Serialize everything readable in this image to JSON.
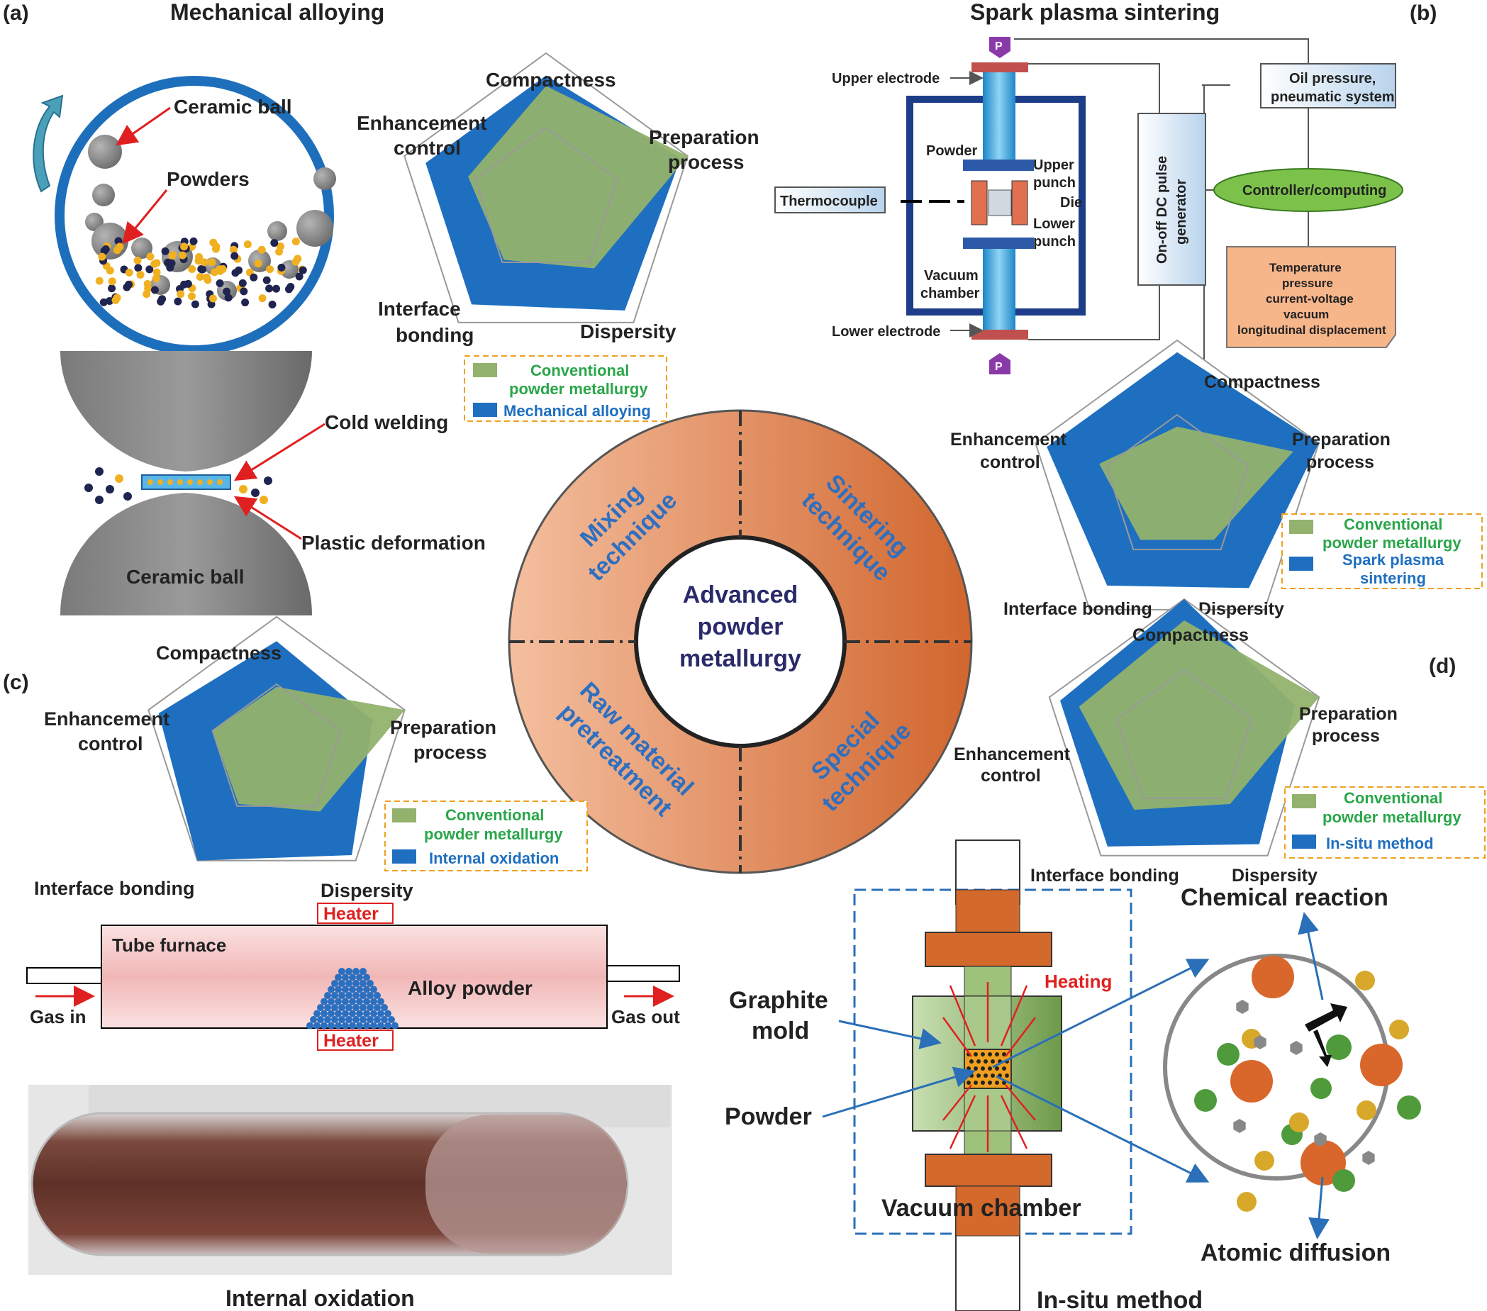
{
  "panel_a": {
    "tag": "(a)",
    "title": "Mechanical alloying",
    "ceramic_ball_top": "Ceramic ball",
    "powders": "Powders",
    "cold_welding": "Cold welding",
    "plastic_deformation": "Plastic deformation",
    "ceramic_ball_bottom": "Ceramic ball",
    "radar": {
      "axes": [
        "Compactness",
        "Preparation",
        "process",
        "Dispersity",
        "Interface",
        "bonding",
        "Enhancement",
        "control"
      ],
      "legend_conv_1": "Conventional",
      "legend_conv_2": "powder metallurgy",
      "legend_tech": "Mechanical alloying",
      "series": [
        {
          "name": "Conventional powder metallurgy",
          "values": [
            0.78,
            1.0,
            0.55,
            0.48,
            0.55
          ],
          "color": "#92b26d"
        },
        {
          "name": "Mechanical alloying",
          "values": [
            0.85,
            0.95,
            0.9,
            0.85,
            0.85
          ],
          "color": "#1f6fc0"
        }
      ]
    }
  },
  "panel_b": {
    "tag": "(b)",
    "title": "Spark plasma sintering",
    "upper_electrode": "Upper electrode",
    "lower_electrode": "Lower electrode",
    "powder": "Powder",
    "upper_punch_1": "Upper",
    "upper_punch_2": "punch",
    "die": "Die",
    "lower_punch_1": "Lower",
    "lower_punch_2": "punch",
    "vacuum_1": "Vacuum",
    "vacuum_2": "chamber",
    "thermocouple": "Thermocouple",
    "oil_1": "Oil pressure,",
    "oil_2": "pneumatic system",
    "dc_1": "On-off DC pulse",
    "dc_2": "generator",
    "controller": "Controller/computing",
    "params": [
      "Temperature",
      "pressure",
      "current-voltage",
      "vacuum",
      "longitudinal displacement"
    ],
    "p_label": "P",
    "radar": {
      "axes": [
        "Compactness",
        "Preparation",
        "process",
        "Dispersity",
        "Interface bonding",
        "Enhancement",
        "control"
      ],
      "legend_conv_1": "Conventional",
      "legend_conv_2": "powder metallurgy",
      "legend_tech_1": "Spark plasma",
      "legend_tech_2": "sintering",
      "series": [
        {
          "name": "Conventional powder metallurgy",
          "values": [
            0.42,
            0.82,
            0.42,
            0.42,
            0.55
          ],
          "color": "#92b26d"
        },
        {
          "name": "Spark plasma sintering",
          "values": [
            0.92,
            1.0,
            0.82,
            0.8,
            0.92
          ],
          "color": "#1f6fc0"
        }
      ]
    }
  },
  "panel_c": {
    "tag": "(c)",
    "heater_top": "Heater",
    "heater_bottom": "Heater",
    "tube_furnace": "Tube furnace",
    "alloy_powder": "Alloy powder",
    "gas_in": "Gas in",
    "gas_out": "Gas out",
    "caption": "Internal oxidation",
    "radar": {
      "axes": [
        "Compactness",
        "Preparation",
        "process",
        "Dispersity",
        "Interface bonding",
        "Enhancement",
        "control"
      ],
      "legend_conv_1": "Conventional",
      "legend_conv_2": "powder metallurgy",
      "legend_tech": "Internal oxidation",
      "series": [
        {
          "name": "Conventional powder metallurgy",
          "values": [
            0.48,
            1.0,
            0.55,
            0.48,
            0.5
          ],
          "color": "#92b26d"
        },
        {
          "name": "Internal oxidation",
          "values": [
            0.82,
            0.75,
            0.95,
            1.0,
            0.92
          ],
          "color": "#1f6fc0"
        }
      ]
    }
  },
  "panel_d": {
    "tag": "(d)",
    "graphite_1": "Graphite",
    "graphite_2": "mold",
    "powder": "Powder",
    "heating": "Heating",
    "vacuum_chamber": "Vacuum chamber",
    "chemical_reaction": "Chemical reaction",
    "atomic_diffusion": "Atomic diffusion",
    "caption": "In-situ method",
    "radar": {
      "axes": [
        "Compactness",
        "Preparation",
        "process",
        "Dispersity",
        "Interface bonding",
        "Enhancement",
        "control"
      ],
      "legend_conv_1": "Conventional",
      "legend_conv_2": "powder metallurgy",
      "legend_tech": "In-situ method",
      "series": [
        {
          "name": "Conventional powder metallurgy",
          "values": [
            0.85,
            1.0,
            0.55,
            0.6,
            0.78
          ],
          "color": "#92b26d"
        },
        {
          "name": "In-situ method",
          "values": [
            1.0,
            0.82,
            0.9,
            0.92,
            0.92
          ],
          "color": "#1f6fc0"
        }
      ]
    }
  },
  "center": {
    "inner_1": "Advanced",
    "inner_2": "powder",
    "inner_3": "metallurgy",
    "mixing_1": "Mixing",
    "mixing_2": "technique",
    "sintering_1": "Sintering",
    "sintering_2": "technique",
    "raw_1": "Raw material",
    "raw_2": "pretreatment",
    "special_1": "Special",
    "special_2": "technique"
  },
  "colors": {
    "radar_conv": "#92b26d",
    "radar_tech": "#1f6fc0",
    "ring_light": "#f2b493",
    "ring_dark": "#d4682f",
    "label_blue": "#2f6fc0",
    "legend_green": "#2aa64a",
    "orange_block": "#d4692c",
    "graphite_green": "#7fa65a"
  }
}
